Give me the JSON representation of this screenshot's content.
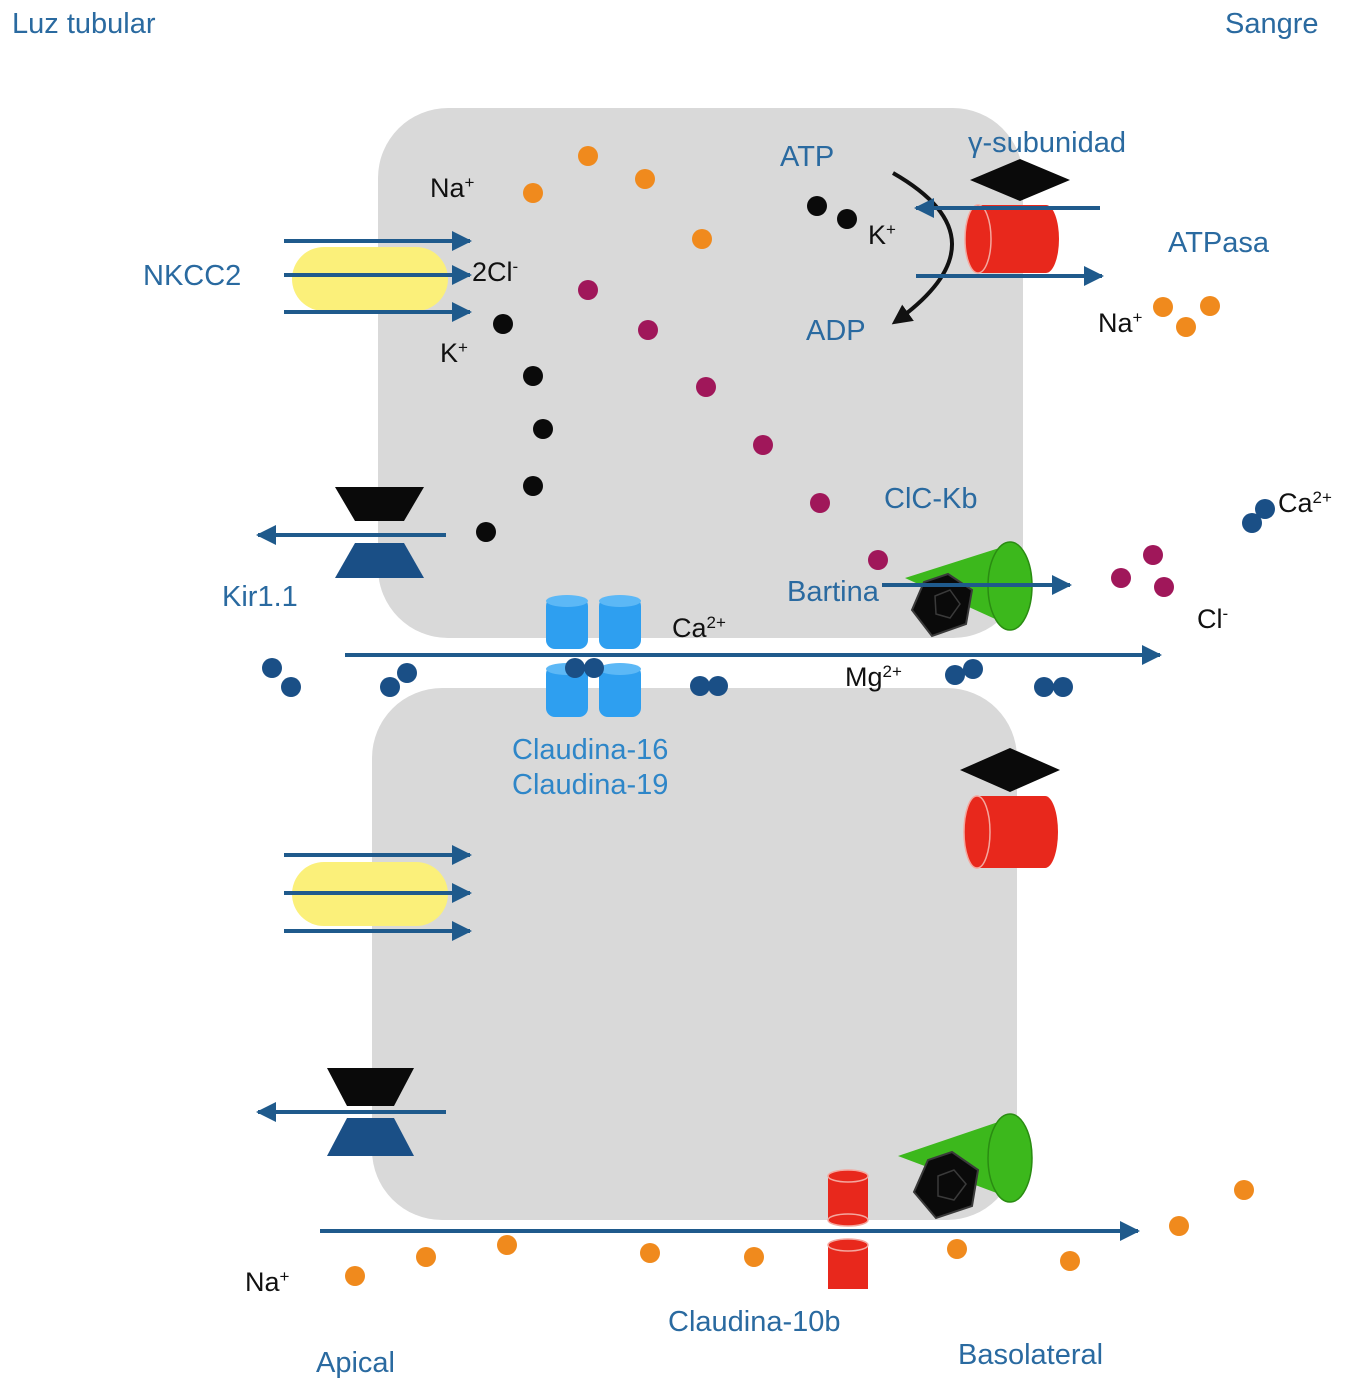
{
  "corners": {
    "top_left": "Luz tubular",
    "top_right": "Sangre",
    "bottom_left": "Apical",
    "bottom_right": "Basolateral"
  },
  "labels": {
    "nkcc2": "NKCC2",
    "kir": "Kir1.1",
    "atp": "ATP",
    "adp": "ADP",
    "gamma": "γ-subunidad",
    "atpasa": "ATPasa",
    "clckb": "ClC-Kb",
    "bartina": "Bartina",
    "claudina16": "Claudina-16",
    "claudina19": "Claudina-19",
    "claudina10b": "Claudina-10b"
  },
  "ions": {
    "na_base": "Na",
    "na_charge": "+",
    "k_base": "K",
    "k_charge": "+",
    "cl2_base": "2Cl",
    "cl_base": "Cl",
    "cl_charge": "-",
    "ca_base": "Ca",
    "ca_charge": "2+",
    "mg_base": "Mg",
    "mg_charge": "2+"
  },
  "colors": {
    "cell": "#d9d9d9",
    "arrow": "#1f5a8c",
    "sodium": "#f08a1d",
    "potassium": "#0a0a0a",
    "chloride": "#a0175a",
    "divalent": "#1a4f86",
    "nkcc2": "#fbf07a",
    "pump": "#e8281c",
    "clc": "#3cb81c",
    "claudin16_19": "#2e9ff0",
    "kir_top": "#0a0a0a",
    "kir_bottom": "#1a4f86"
  }
}
